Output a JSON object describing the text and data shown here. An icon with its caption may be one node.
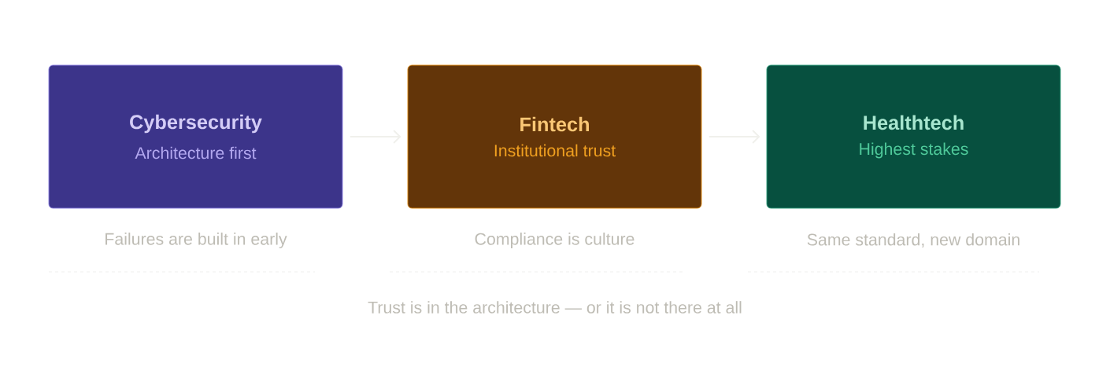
{
  "diagram": {
    "nodes": [
      {
        "text": [
          "Cybersecurity",
          "Architecture first"
        ],
        "beside": [
          "Failures are built in early"
        ]
      },
      {
        "text": [
          "Fintech",
          "Institutional trust"
        ],
        "beside": [
          "Compliance is culture"
        ]
      },
      {
        "text": [
          "Healthtech",
          "Highest stakes"
        ],
        "beside": [
          "Same standard, new domain"
        ]
      }
    ],
    "edges": [
      {
        "from": 0,
        "to": 1,
        "arrow": "to"
      },
      {
        "from": 1,
        "to": 2,
        "arrow": "to"
      }
    ],
    "labels": [
      "Trust is in the architecture — or it is not there at all"
    ]
  }
}
